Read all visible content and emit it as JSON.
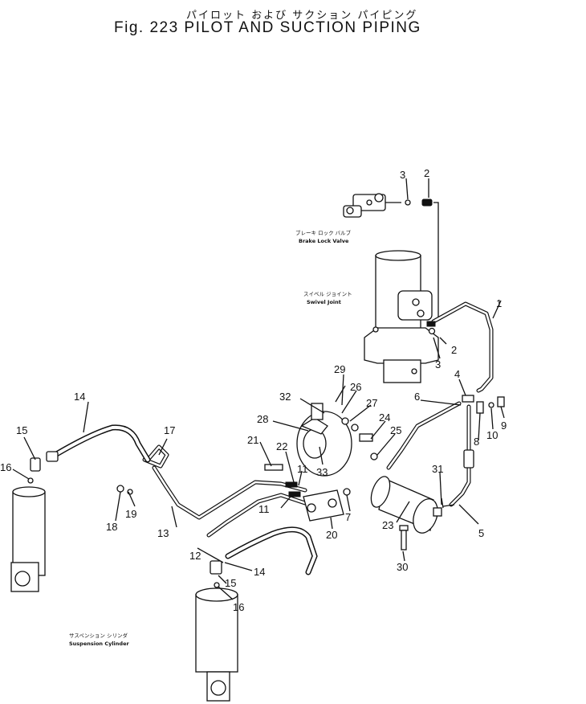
{
  "header": {
    "title_jp": "パイロット および サクション パイピング",
    "title_en": "Fig. 223  PILOT AND SUCTION PIPING"
  },
  "captions": {
    "brake_lock_valve": {
      "jp": "ブレーキ ロック バルブ",
      "en": "Brake Lock Valve"
    },
    "swivel_joint": {
      "jp": "スイベル ジョイント",
      "en": "Swivel Joint"
    },
    "suspension_cylinder": {
      "jp": "サスペンション シリンダ",
      "en": "Suspension Cylinder"
    }
  },
  "callouts": {
    "c1": "1",
    "c2a": "2",
    "c2b": "2",
    "c3a": "3",
    "c3b": "3",
    "c4": "4",
    "c5": "5",
    "c6": "6",
    "c7": "7",
    "c8": "8",
    "c9": "9",
    "c10": "10",
    "c11a": "11",
    "c11b": "11",
    "c12": "12",
    "c13": "13",
    "c14a": "14",
    "c14b": "14",
    "c15a": "15",
    "c15b": "15",
    "c16a": "16",
    "c16b": "16",
    "c17": "17",
    "c18": "18",
    "c19": "19",
    "c20": "20",
    "c21": "21",
    "c22": "22",
    "c23": "23",
    "c24": "24",
    "c25": "25",
    "c26": "26",
    "c27": "27",
    "c28": "28",
    "c29": "29",
    "c30": "30",
    "c31": "31",
    "c32": "32",
    "c33": "33"
  }
}
